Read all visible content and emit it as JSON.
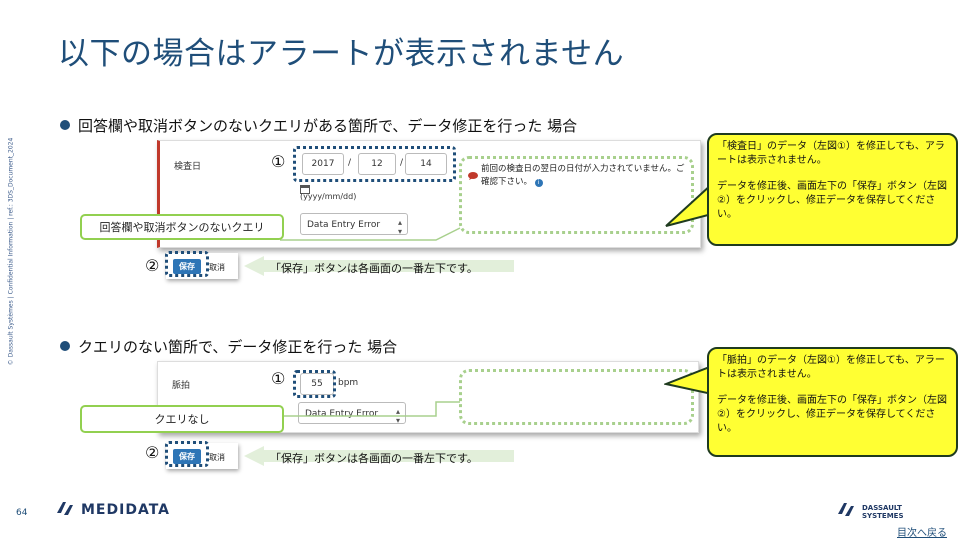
{
  "title": "以下の場合はアラートが表示されません",
  "sidebar_text": "© Dassault Systèmes | Confidential Information | ref.: 3DS_Document_2024",
  "section1": {
    "bullet": "回答欄や取消ボタンのないクエリがある箇所で、データ修正を行った 場合",
    "field_label": "検査日",
    "circle1": "①",
    "year": "2017",
    "month": "12",
    "day": "14",
    "sep": "/",
    "date_hint": "(yyyy/mm/dd)",
    "dropdown": "Data Entry Error",
    "query_text": "前回の検査日の翌日の日付が入力されていません。ご確認下さい。",
    "label_box": "回答欄や取消ボタンのないクエリ",
    "circle2": "②",
    "save": "保存",
    "cancel": "取消",
    "note": "「保存」ボタンは各画面の一番左下です。",
    "callout_line1": "「検査日」のデータ（左図①）を修正しても、アラートは表示されません。",
    "callout_line2": "データを修正後、画面左下の「保存」ボタン（左図②）をクリックし、修正データを保存してください。"
  },
  "section2": {
    "bullet": "クエリのない箇所で、データ修正を行った 場合",
    "field_label": "脈拍",
    "circle1": "①",
    "value": "55",
    "unit": "bpm",
    "dropdown": "Data Entry Error",
    "label_box": "クエリなし",
    "circle2": "②",
    "save": "保存",
    "cancel": "取消",
    "note": "「保存」ボタンは各画面の一番左下です。",
    "callout_line1": "「脈拍」のデータ（左図①）を修正しても、アラートは表示されません。",
    "callout_line2": "データを修正後、画面左下の「保存」ボタン（左図②）をクリックし、修正データを保存してください。"
  },
  "footer": {
    "page_number": "64",
    "medidata": "MEDIDATA",
    "ds_line1": "DASSAULT",
    "ds_line2": "SYSTEMES",
    "nav_link": "目次へ戻る"
  },
  "colors": {
    "title": "#1f4e79",
    "callout": "#ffff33",
    "green": "#92d050",
    "save_button": "#2e75b6"
  }
}
